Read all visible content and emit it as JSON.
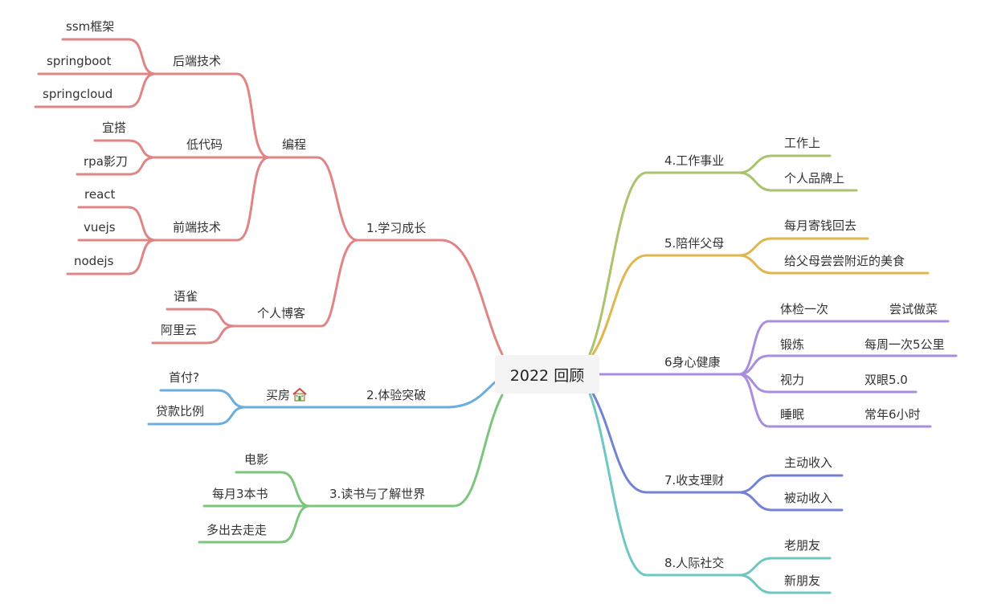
{
  "root": "2022 回顾",
  "colors": {
    "learn": "#e08585",
    "experience": "#6aaee0",
    "reading": "#7cc57c",
    "career": "#a9c46c",
    "parents": "#e0b64f",
    "health": "#a98ee0",
    "finance": "#7482d6",
    "social": "#6fc7c1"
  },
  "left": {
    "learn": {
      "label": "1.学习成长",
      "programming": {
        "label": "编程",
        "backend": {
          "label": "后端技术",
          "items": [
            "ssm框架",
            "springboot",
            "springcloud"
          ]
        },
        "lowcode": {
          "label": "低代码",
          "items": [
            "宜搭",
            "rpa影刀"
          ]
        },
        "frontend": {
          "label": "前端技术",
          "items": [
            "react",
            "vuejs",
            "nodejs"
          ]
        }
      },
      "blog": {
        "label": "个人博客",
        "items": [
          "语雀",
          "阿里云"
        ]
      }
    },
    "experience": {
      "label": "2.体验突破",
      "house": {
        "label": "买房",
        "icon": "house-icon",
        "items": [
          "首付?",
          "贷款比例"
        ]
      }
    },
    "reading": {
      "label": "3.读书与了解世界",
      "items": [
        "电影",
        "每月3本书",
        "多出去走走"
      ]
    }
  },
  "right": {
    "career": {
      "label": "4.工作事业",
      "items": [
        "工作上",
        "个人品牌上"
      ]
    },
    "parents": {
      "label": "5.陪伴父母",
      "items": [
        "每月寄钱回去",
        "给父母尝尝附近的美食"
      ]
    },
    "health": {
      "label": "6身心健康",
      "items": [
        {
          "label": "体检一次",
          "sub": "尝试做菜"
        },
        {
          "label": "锻炼",
          "sub": "每周一次5公里"
        },
        {
          "label": "视力",
          "sub": "双眼5.0"
        },
        {
          "label": "睡眠",
          "sub": "常年6小时"
        }
      ]
    },
    "finance": {
      "label": "7.收支理财",
      "items": [
        "主动收入",
        "被动收入"
      ]
    },
    "social": {
      "label": "8.人际社交",
      "items": [
        "老朋友",
        "新朋友"
      ]
    }
  }
}
